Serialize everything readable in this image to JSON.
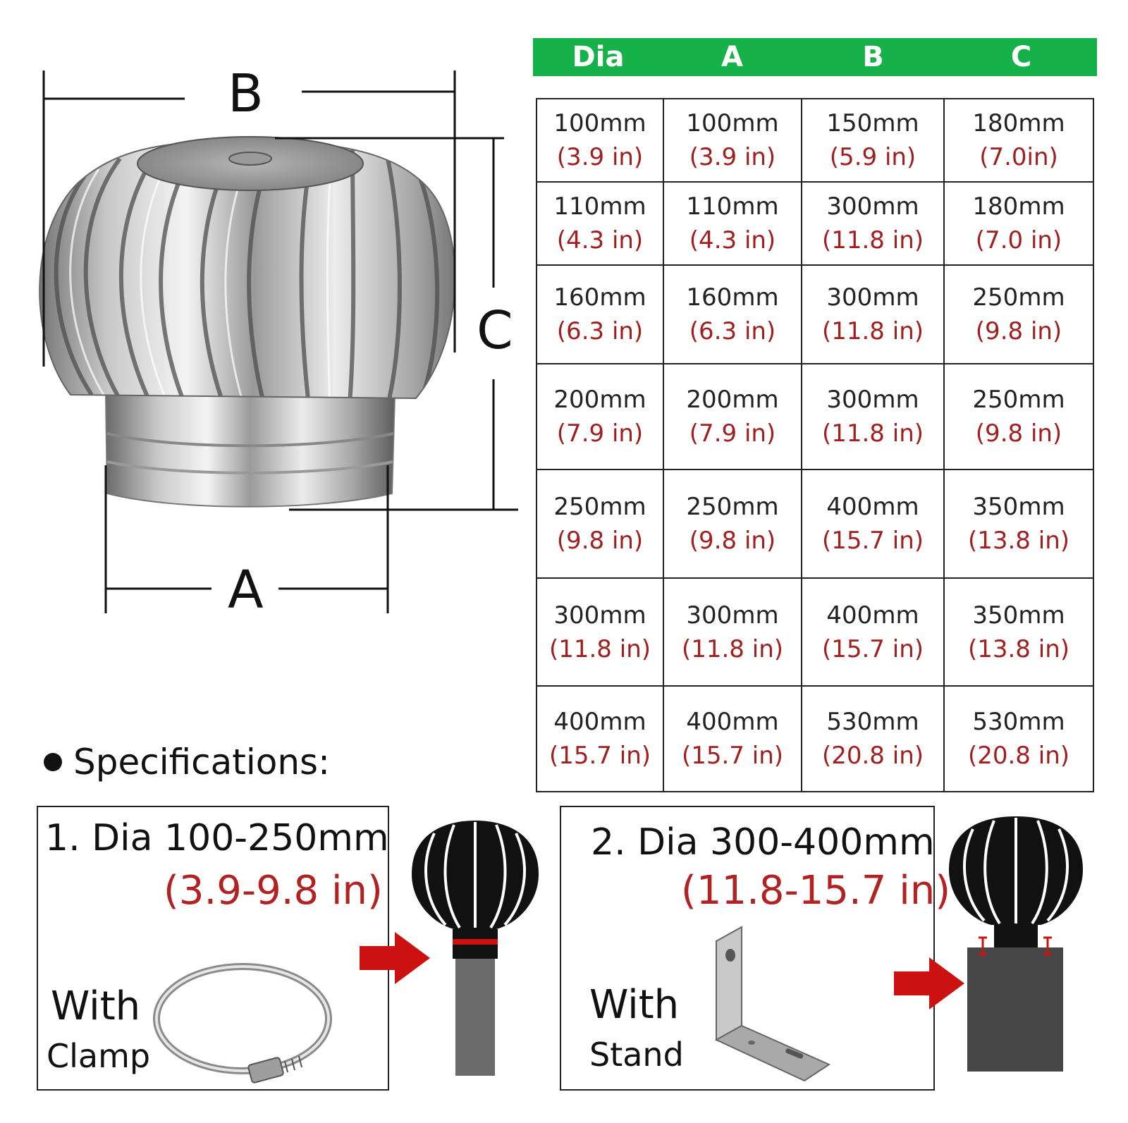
{
  "diagram": {
    "labels": {
      "a": "A",
      "b": "B",
      "c": "C"
    }
  },
  "table": {
    "headers": [
      "Dia",
      "A",
      "B",
      "C"
    ],
    "rows": [
      [
        [
          "100mm",
          "(3.9 in)"
        ],
        [
          "100mm",
          "(3.9 in)"
        ],
        [
          "150mm",
          "(5.9 in)"
        ],
        [
          "180mm",
          "(7.0in)"
        ]
      ],
      [
        [
          "110mm",
          "(4.3 in)"
        ],
        [
          "110mm",
          "(4.3 in)"
        ],
        [
          "300mm",
          "(11.8 in)"
        ],
        [
          "180mm",
          "(7.0 in)"
        ]
      ],
      [
        [
          "160mm",
          "(6.3 in)"
        ],
        [
          "160mm",
          "(6.3 in)"
        ],
        [
          "300mm",
          "(11.8 in)"
        ],
        [
          "250mm",
          "(9.8 in)"
        ]
      ],
      [
        [
          "200mm",
          "(7.9 in)"
        ],
        [
          "200mm",
          "(7.9 in)"
        ],
        [
          "300mm",
          "(11.8 in)"
        ],
        [
          "250mm",
          "(9.8 in)"
        ]
      ],
      [
        [
          "250mm",
          "(9.8 in)"
        ],
        [
          "250mm",
          "(9.8 in)"
        ],
        [
          "400mm",
          "(15.7 in)"
        ],
        [
          "350mm",
          "(13.8 in)"
        ]
      ],
      [
        [
          "300mm",
          "(11.8 in)"
        ],
        [
          "300mm",
          "(11.8 in)"
        ],
        [
          "400mm",
          "(15.7 in)"
        ],
        [
          "350mm",
          "(13.8 in)"
        ]
      ],
      [
        [
          "400mm",
          "(15.7 in)"
        ],
        [
          "400mm",
          "(15.7 in)"
        ],
        [
          "530mm",
          "(20.8 in)"
        ],
        [
          "530mm",
          "(20.8 in)"
        ]
      ]
    ],
    "colors": {
      "header_bg": "#17b14a",
      "header_text": "#ffffff",
      "mm_text": "#222222",
      "inch_text": "#a11f1f"
    }
  },
  "specs": {
    "heading": "Specifications:",
    "option1": {
      "title": "1. Dia 100-250mm",
      "inch_range": "(3.9-9.8 in)",
      "with": "With",
      "item": "Clamp"
    },
    "option2": {
      "title": "2. Dia 300-400mm",
      "inch_range": "(11.8-15.7 in)",
      "with": "With",
      "item": "Stand"
    },
    "colors": {
      "arrow": "#cc1111",
      "accent_text": "#b22222"
    }
  }
}
